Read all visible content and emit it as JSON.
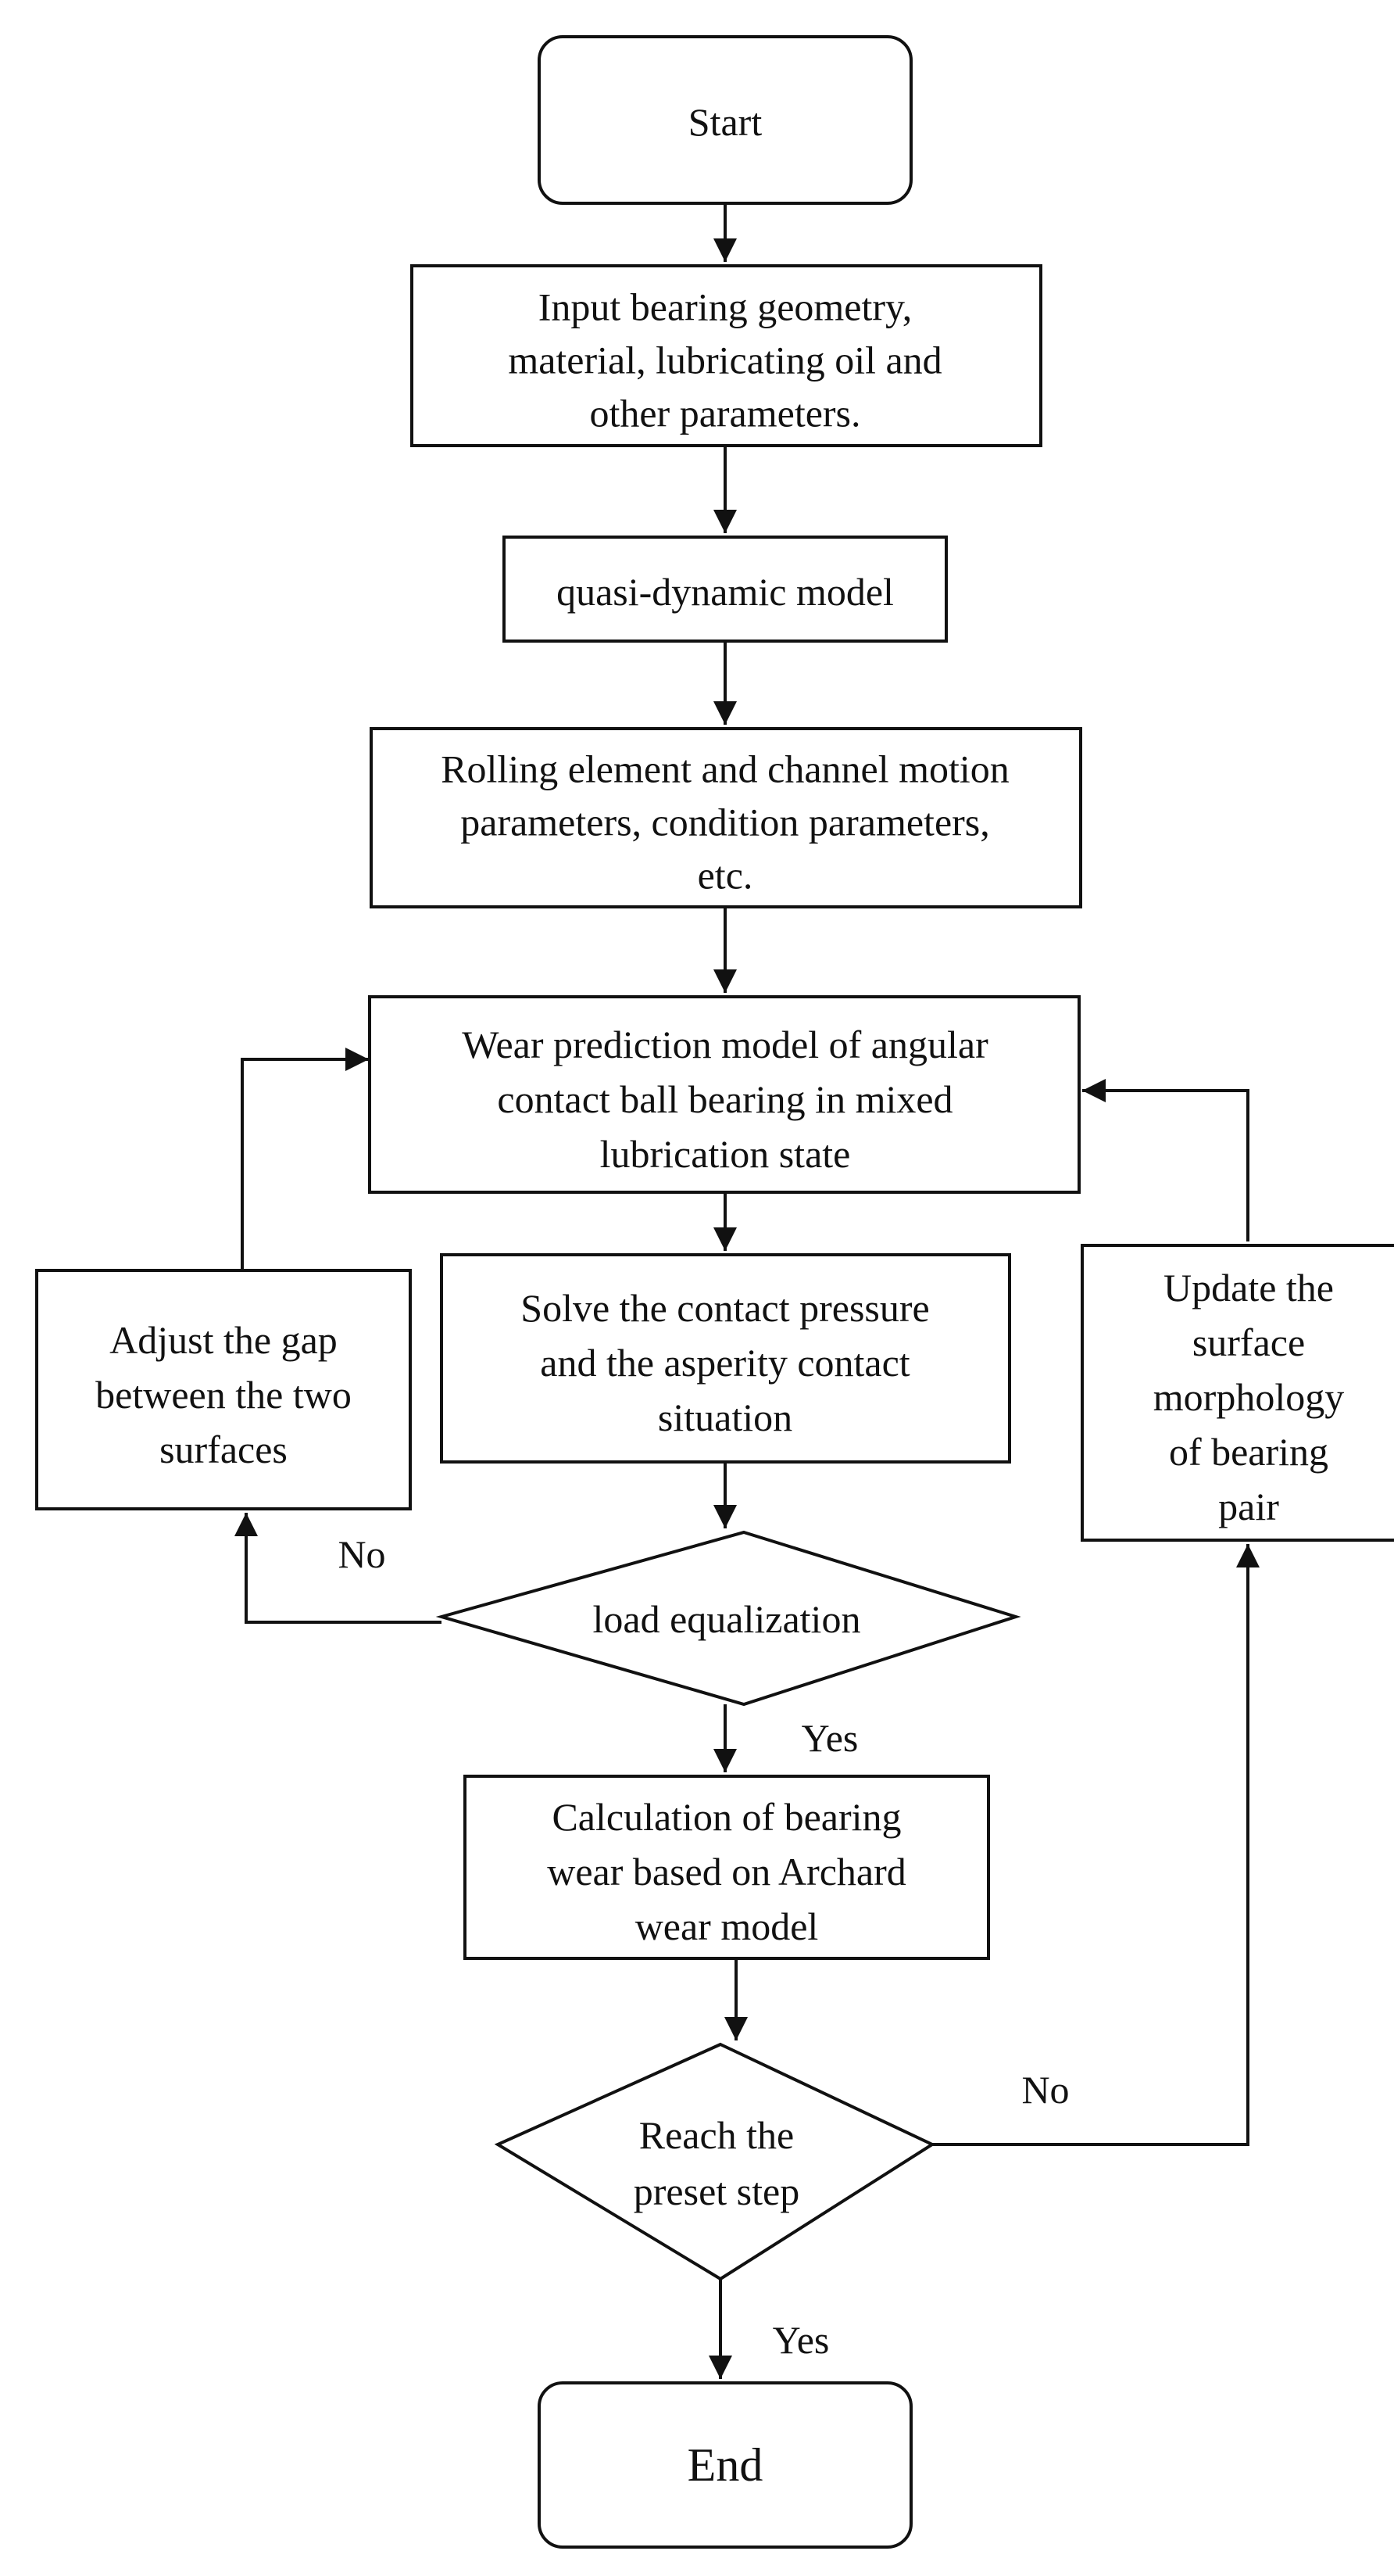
{
  "nodes": {
    "start": {
      "lines": [
        "Start"
      ]
    },
    "input": {
      "lines": [
        "Input bearing geometry,",
        "material, lubricating oil and",
        "other parameters."
      ]
    },
    "quasi": {
      "lines": [
        "quasi-dynamic model"
      ]
    },
    "rolling": {
      "lines": [
        "Rolling element and channel motion",
        "parameters, condition parameters,",
        "etc."
      ]
    },
    "wear_model": {
      "lines": [
        "Wear prediction model of angular",
        "contact ball bearing in mixed",
        "lubrication state"
      ]
    },
    "solve": {
      "lines": [
        "Solve the contact pressure",
        "and the asperity contact",
        "situation"
      ]
    },
    "adjust": {
      "lines": [
        "Adjust the gap",
        "between the two",
        "surfaces"
      ]
    },
    "update": {
      "lines": [
        "Update the",
        "surface",
        "morphology",
        "of bearing",
        "pair"
      ]
    },
    "load": {
      "lines": [
        "load equalization"
      ]
    },
    "calc": {
      "lines": [
        "Calculation of bearing",
        "wear based on Archard",
        "wear model"
      ]
    },
    "reach": {
      "lines": [
        "Reach the",
        "preset step"
      ]
    },
    "end": {
      "lines": [
        "End"
      ]
    }
  },
  "edge_labels": {
    "load_no": "No",
    "load_yes": "Yes",
    "reach_no": "No",
    "reach_yes": "Yes"
  }
}
